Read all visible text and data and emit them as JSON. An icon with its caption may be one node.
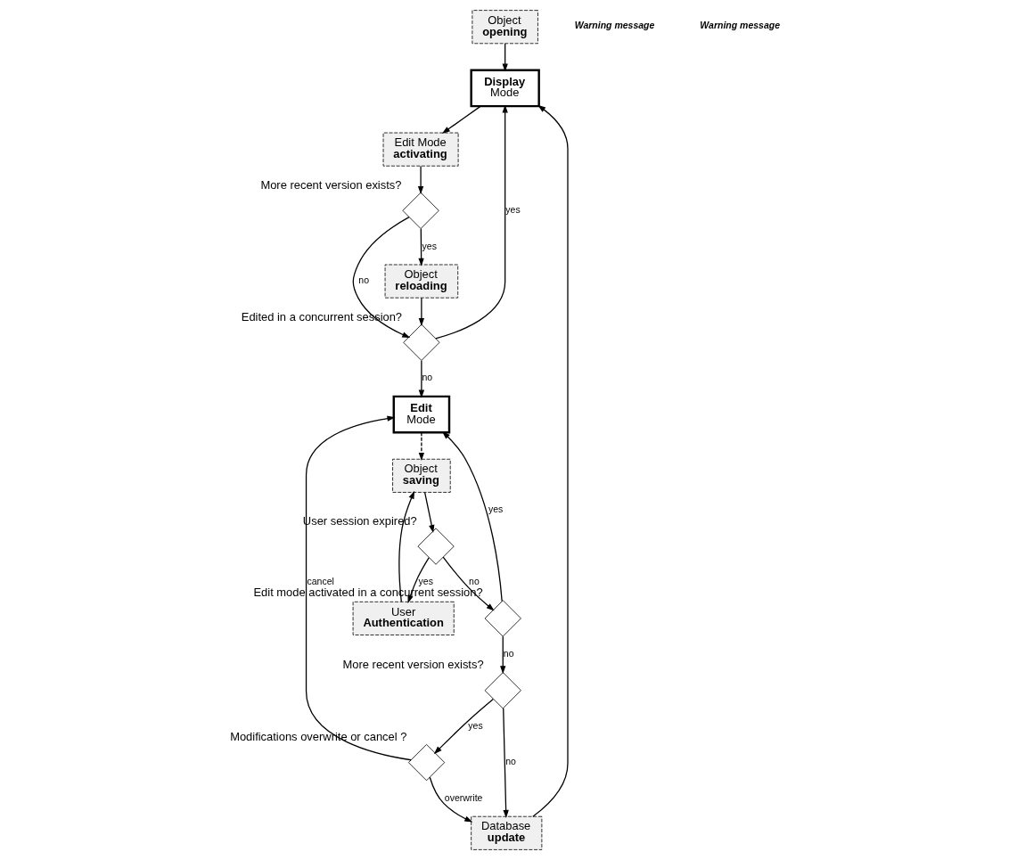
{
  "diagram": {
    "nodes": [
      {
        "text": [
          "Object",
          "opening"
        ]
      },
      {
        "text": [
          "Display",
          "Mode"
        ]
      },
      {
        "text": [
          "Database",
          "update"
        ]
      },
      {
        "text": [
          "Edit Mode",
          "activating"
        ]
      },
      {
        "text": [],
        "shape": "diamond",
        "beside": [
          "More recent version exists?"
        ]
      },
      {
        "text": [
          "Object",
          "reloading"
        ]
      },
      {
        "text": [],
        "shape": "diamond",
        "beside": [
          "Edited in a concurrent session?"
        ]
      },
      {
        "text": [
          "Edit",
          "Mode"
        ]
      },
      {
        "text": [],
        "shape": "diamond",
        "beside": [
          "Modifications overwrite or cancel ?"
        ]
      },
      {
        "text": [],
        "shape": "diamond",
        "beside": [
          "More recent version exists?"
        ]
      },
      {
        "text": [
          "Object",
          "saving"
        ]
      },
      {
        "text": [
          "User",
          "Authentication"
        ]
      },
      {
        "text": [],
        "shape": "diamond",
        "beside": [
          "User session expired?"
        ]
      },
      {
        "text": [],
        "shape": "diamond",
        "beside": [
          "Edit mode activated in a concurrent session?"
        ]
      }
    ],
    "edges": [
      {
        "from": 0,
        "to": 1,
        "arrow": "to"
      },
      {
        "from": 2,
        "to": 1,
        "arrow": "to"
      },
      {
        "from": 1,
        "to": 3,
        "arrow": "to"
      },
      {
        "from": 3,
        "to": 4,
        "arrow": "to"
      },
      {
        "from": 4,
        "to": 6,
        "arrow": "to",
        "label": "no"
      },
      {
        "from": 4,
        "to": 5,
        "arrow": "to",
        "label": "yes"
      },
      {
        "from": 5,
        "to": 6,
        "arrow": "to"
      },
      {
        "from": 6,
        "to": 1,
        "arrow": "to",
        "label": "yes"
      },
      {
        "from": 6,
        "to": 7,
        "arrow": "to",
        "label": "no"
      },
      {
        "from": 7,
        "to": 10,
        "arrow": "to",
        "style": "dashed"
      },
      {
        "from": 10,
        "to": 12,
        "arrow": "to"
      },
      {
        "from": 12,
        "to": 11,
        "arrow": "to",
        "label": "yes"
      },
      {
        "from": 11,
        "to": 10,
        "arrow": "to"
      },
      {
        "from": 12,
        "to": 13,
        "arrow": "to",
        "label": "no"
      },
      {
        "from": 13,
        "to": 7,
        "arrow": "to",
        "label": "yes"
      },
      {
        "from": 13,
        "to": 9,
        "arrow": "to",
        "label": "no"
      },
      {
        "from": 9,
        "to": 2,
        "arrow": "to",
        "label": "no"
      },
      {
        "from": 9,
        "to": 8,
        "arrow": "to",
        "label": "yes"
      },
      {
        "from": 8,
        "to": 2,
        "arrow": "to",
        "label": "overwrite"
      },
      {
        "from": 8,
        "to": 7,
        "arrow": "to",
        "label": "cancel"
      }
    ],
    "labels": [
      "Warning message",
      "Warning message"
    ]
  }
}
